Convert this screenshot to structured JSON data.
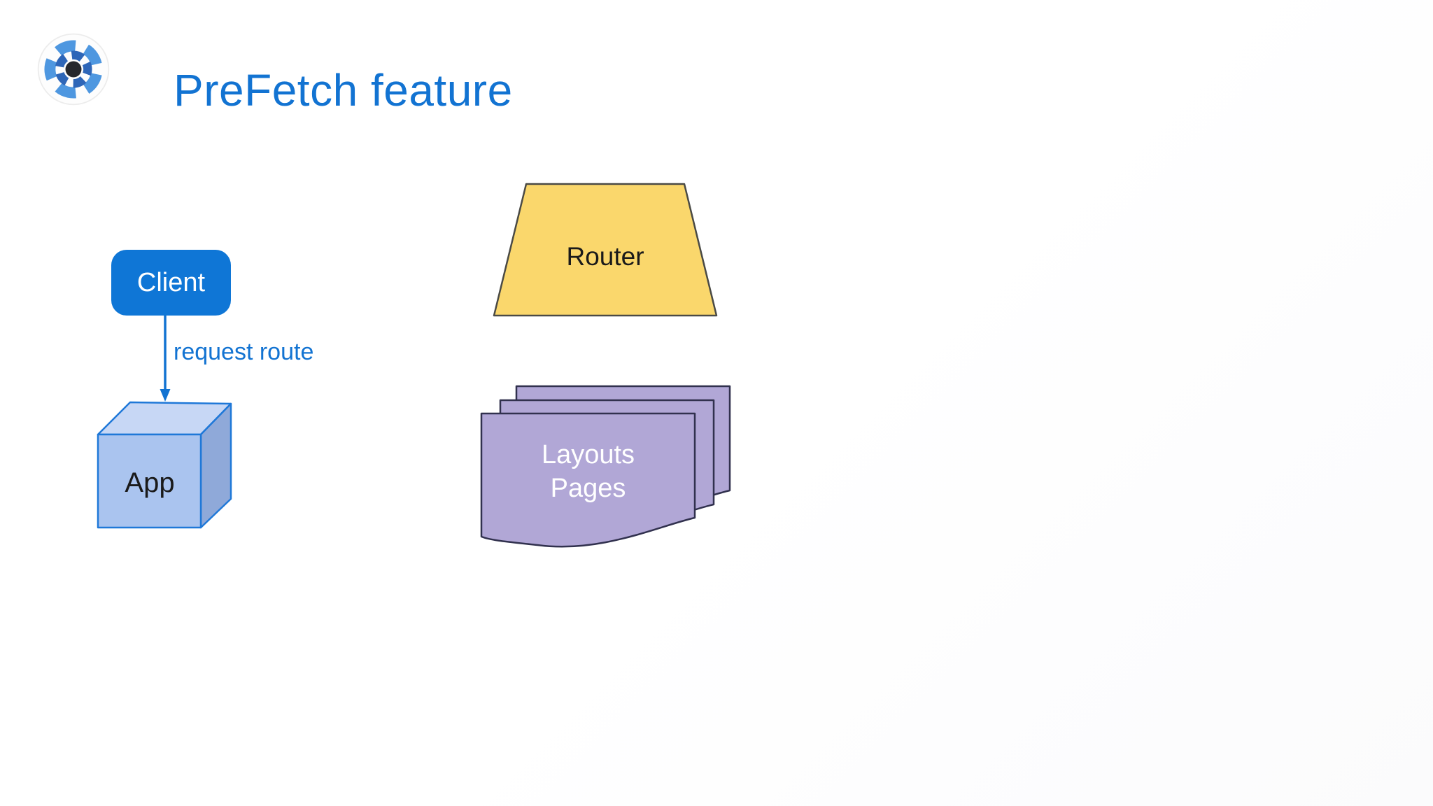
{
  "slide": {
    "title": "PreFetch feature"
  },
  "diagram": {
    "client": {
      "label": "Client",
      "shape": "rounded-rectangle"
    },
    "arrow": {
      "label": "request route",
      "direction": "down"
    },
    "app": {
      "label": "App",
      "shape": "cube"
    },
    "router": {
      "label": "Router",
      "shape": "trapezoid"
    },
    "documents": {
      "lines": [
        "Layouts",
        "Pages"
      ],
      "shape": "document-stack",
      "count": 3
    }
  },
  "theme": {
    "accent": "#1273d2",
    "bg": "#ffffff",
    "client-fill": "#0f76d6",
    "client-text": "#ffffff",
    "cube-front": "#aac4ef",
    "cube-top": "#c7d7f5",
    "cube-side": "#8fa9d9",
    "cube-stroke": "#1f78d8",
    "router-fill": "#fad76c",
    "router-stroke": "#4a4a45",
    "doc-fill": "#b1a7d6",
    "doc-stroke": "#31314e",
    "label-dark": "#1a1a1a",
    "label-light": "#ffffff",
    "logo-dark": "#2e66b8",
    "logo-light": "#4e97e0",
    "logo-center": "#26282e"
  }
}
